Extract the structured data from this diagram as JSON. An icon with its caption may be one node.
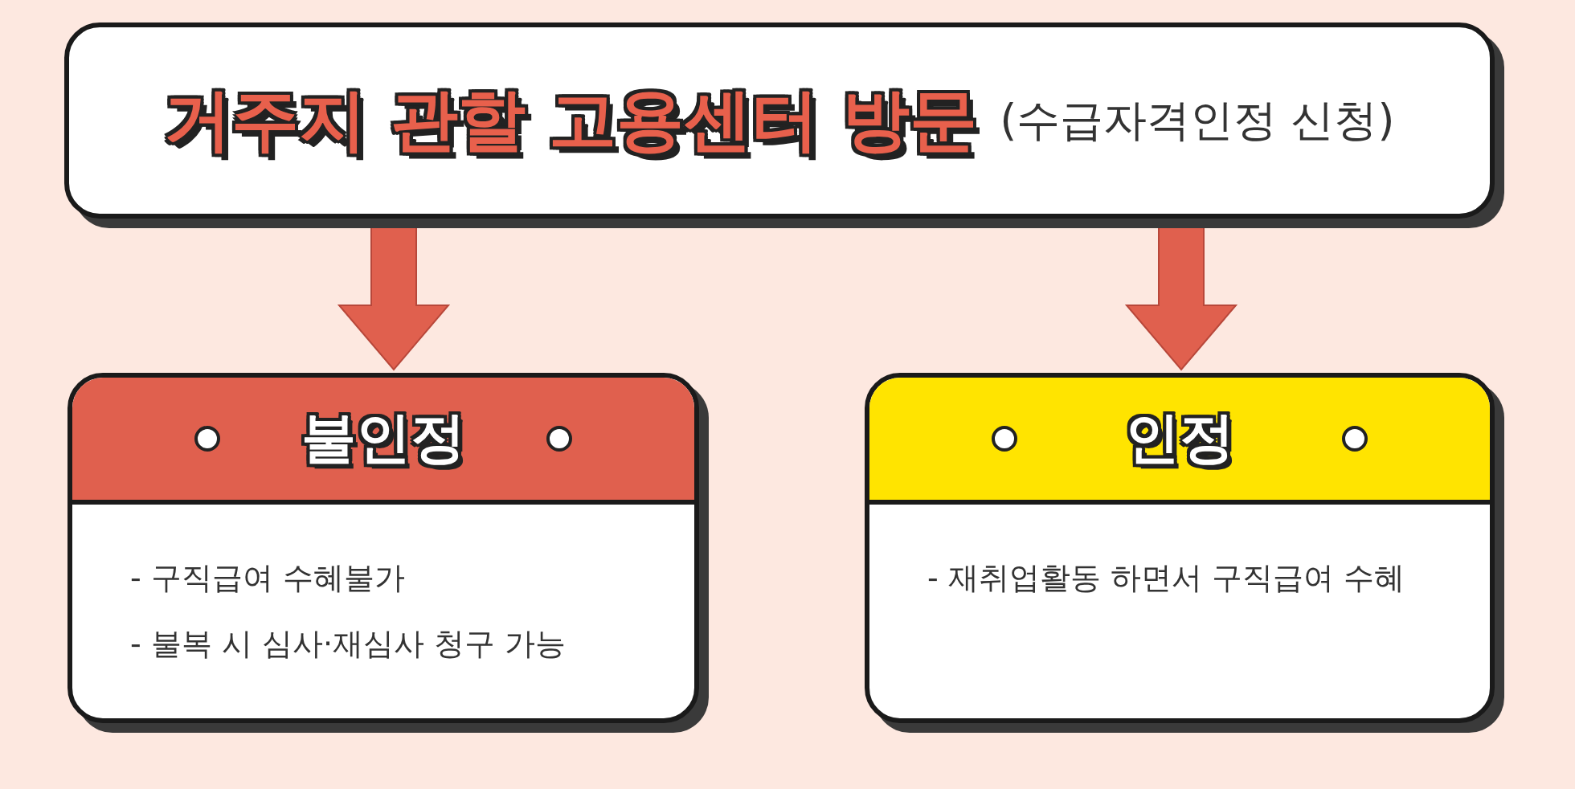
{
  "diagram": {
    "nodes": [
      {
        "text": [
          "거주지 관할 고용센터 방문",
          "(수급자격인정 신청)"
        ]
      },
      {
        "text": [
          "불인정",
          "- 구직급여 수혜불가",
          "- 불복 시 심사·재심사 청구 가능"
        ]
      },
      {
        "text": [
          "인정",
          "- 재취업활동 하면서 구직급여 수혜"
        ]
      }
    ],
    "edges": [
      {
        "from": 0,
        "to": 1,
        "arrow": "to"
      },
      {
        "from": 0,
        "to": 2,
        "arrow": "to"
      }
    ]
  }
}
